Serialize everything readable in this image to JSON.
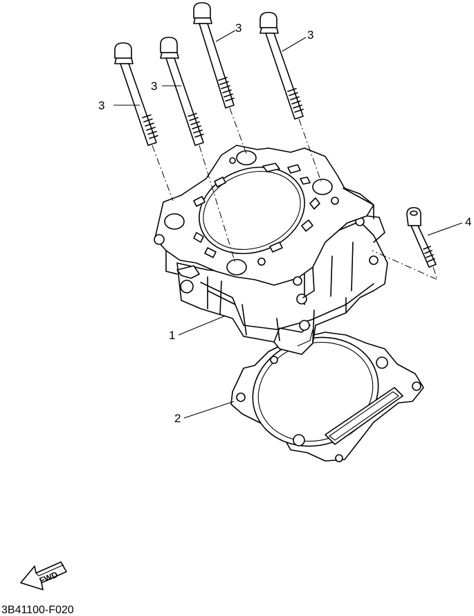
{
  "diagram": {
    "parts": [
      {
        "callout": "1",
        "part": "cylinder"
      },
      {
        "callout": "2",
        "part": "gasket"
      },
      {
        "callout": "3",
        "part": "long-bolt"
      },
      {
        "callout": "3",
        "part": "long-bolt"
      },
      {
        "callout": "3",
        "part": "long-bolt"
      },
      {
        "callout": "3",
        "part": "long-bolt"
      },
      {
        "callout": "4",
        "part": "short-bolt"
      }
    ],
    "direction_label": "FWD",
    "drawing_code": "3B41100-F020"
  }
}
